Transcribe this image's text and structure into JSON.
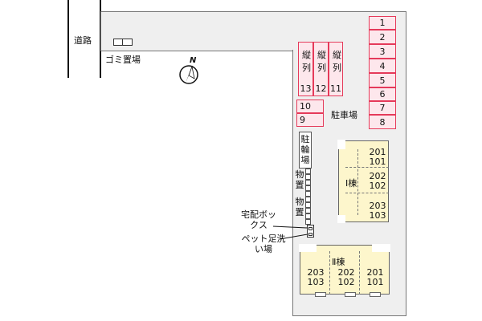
{
  "map": {
    "road_label": "道路",
    "garbage_label": "ゴミ置場",
    "north_label": "N",
    "parking_label": "駐車場",
    "bicycle_label": "駐輪場",
    "storage_label_1": "物置",
    "storage_label_2": "物置",
    "delivery_box_label": "宅配ボックス",
    "pet_wash_label": "ペット足洗い場",
    "parking_right": [
      "1",
      "2",
      "3",
      "4",
      "5",
      "6",
      "7",
      "8"
    ],
    "parking_tandem": [
      {
        "top": "縦列",
        "num": "13"
      },
      {
        "top": "縦列",
        "num": "12"
      },
      {
        "top": "縦列",
        "num": "11"
      }
    ],
    "parking_left": [
      "10",
      "9"
    ],
    "building_1": {
      "name": "Ⅰ棟",
      "units": [
        "201\n101",
        "202\n102",
        "203\n103"
      ]
    },
    "building_2": {
      "name": "Ⅱ棟",
      "units": [
        "203\n103",
        "202\n102",
        "201\n101"
      ]
    },
    "colors": {
      "lot": "#efefef",
      "parking_fill": "#fde7ec",
      "parking_border": "#e53a5a",
      "building_fill": "#fdf6cc"
    }
  }
}
